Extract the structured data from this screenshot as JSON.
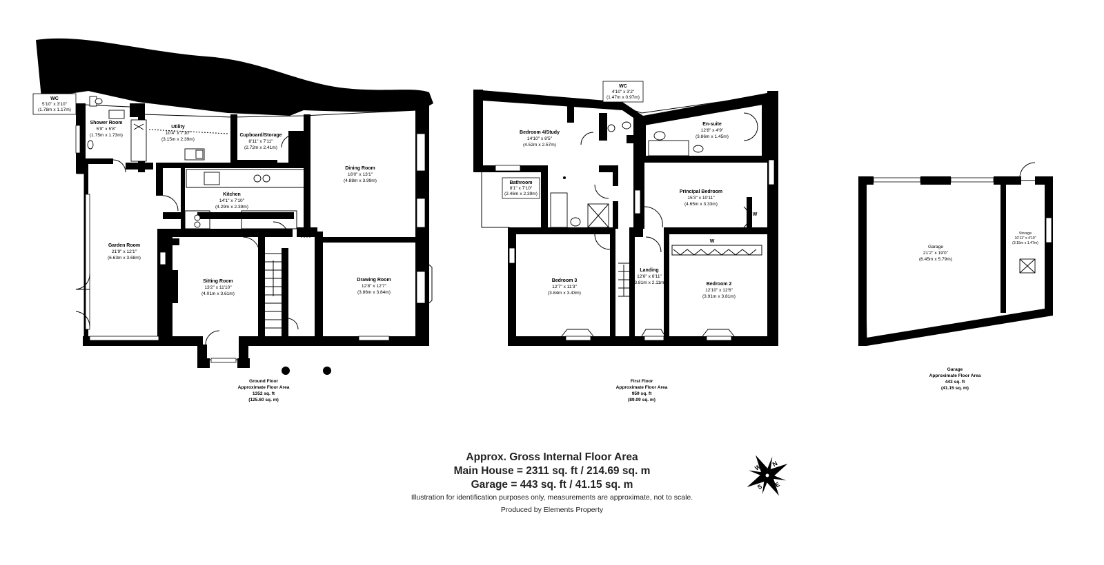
{
  "ground_floor": {
    "rooms": [
      {
        "id": "wc",
        "name": "WC",
        "dims_imperial": "5'10\" x 3'10\"",
        "dims_metric": "(1.78m x 1.17m)"
      },
      {
        "id": "shower",
        "name": "Shower Room",
        "dims_imperial": "5'9\" x 5'8\"",
        "dims_metric": "(1.75m x 1.73m)"
      },
      {
        "id": "utility",
        "name": "Utility",
        "dims_imperial": "10'4\" x 7'10\"",
        "dims_metric": "(3.15m x 2.39m)"
      },
      {
        "id": "cupboard",
        "name": "Cupboard/Storage",
        "dims_imperial": "8'11\" x 7'11\"",
        "dims_metric": "(2.72m x 2.41m)"
      },
      {
        "id": "dining",
        "name": "Dining Room",
        "dims_imperial": "16'0\" x 13'1\"",
        "dims_metric": "(4.88m x 3.99m)"
      },
      {
        "id": "kitchen",
        "name": "Kitchen",
        "dims_imperial": "14'1\" x 7'10\"",
        "dims_metric": "(4.29m x 2.39m)"
      },
      {
        "id": "garden",
        "name": "Garden Room",
        "dims_imperial": "21'9\" x 12'1\"",
        "dims_metric": "(6.63m x 3.68m)"
      },
      {
        "id": "sitting",
        "name": "Sitting Room",
        "dims_imperial": "13'2\" x 11'10\"",
        "dims_metric": "(4.01m x 3.61m)"
      },
      {
        "id": "drawing",
        "name": "Drawing Room",
        "dims_imperial": "12'8\" x 12'7\"",
        "dims_metric": "(3.86m x 3.84m)"
      }
    ],
    "area": [
      "Ground Floor",
      "Approximate Floor Area",
      "1352 sq. ft",
      "(125.60 sq. m)"
    ]
  },
  "first_floor": {
    "rooms": [
      {
        "id": "wc2",
        "name": "WC",
        "dims_imperial": "4'10\" x 3'2\"",
        "dims_metric": "(1.47m x 0.97m)"
      },
      {
        "id": "bed4",
        "name": "Bedroom 4/Study",
        "dims_imperial": "14'10\" x 8'5\"",
        "dims_metric": "(4.52m x 2.57m)"
      },
      {
        "id": "ensuite",
        "name": "En-suite",
        "dims_imperial": "12'8\" x 4'9\"",
        "dims_metric": "(3.86m x 1.45m)"
      },
      {
        "id": "bath",
        "name": "Bathroom",
        "dims_imperial": "8'1\" x 7'10\"",
        "dims_metric": "(2.46m x 2.39m)"
      },
      {
        "id": "principal",
        "name": "Principal Bedroom",
        "dims_imperial": "15'3\" x 10'11\"",
        "dims_metric": "(4.65m x 3.33m)"
      },
      {
        "id": "bed3",
        "name": "Bedroom 3",
        "dims_imperial": "12'7\" x 11'3\"",
        "dims_metric": "(3.84m x 3.43m)"
      },
      {
        "id": "landing",
        "name": "Landing",
        "dims_imperial": "12'6\" x 6'11\"",
        "dims_metric": "(3.81m x 2.11m)"
      },
      {
        "id": "bed2",
        "name": "Bedroom 2",
        "dims_imperial": "12'10\" x 12'6\"",
        "dims_metric": "(3.91m x 3.81m)"
      }
    ],
    "wardrobe_marker": "W",
    "area": [
      "First Floor",
      "Approximate Floor Area",
      "959 sq. ft",
      "(89.09 sq. m)"
    ]
  },
  "garage_block": {
    "rooms": [
      {
        "id": "garage",
        "name": "Garage",
        "dims_imperial": "21'2\" x 19'0\"",
        "dims_metric": "(6.45m x 5.79m)"
      },
      {
        "id": "storage",
        "name": "Storage",
        "dims_imperial": "10'11\" x 4'10\"",
        "dims_metric": "(3.15m x 1.47m)"
      }
    ],
    "area": [
      "Garage",
      "Approximate Floor Area",
      "443 sq. ft",
      "(41.15 sq. m)"
    ]
  },
  "summary": {
    "heading": "Approx. Gross Internal Floor Area",
    "main_house": "Main House = 2311 sq. ft / 214.69 sq. m",
    "garage": "Garage = 443 sq. ft / 41.15 sq. m",
    "disclaimer": "Illustration for identification purposes only, measurements are approximate, not to scale.",
    "producer": "Produced by Elements Property"
  },
  "compass": {
    "letters": [
      "N",
      "E",
      "S",
      "W"
    ]
  }
}
